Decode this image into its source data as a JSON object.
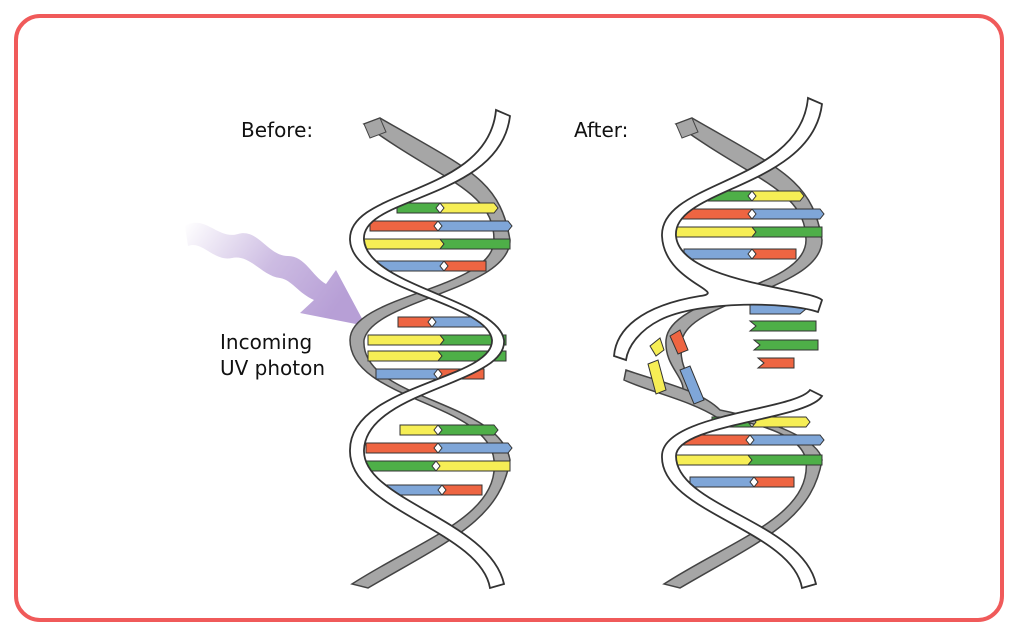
{
  "labels": {
    "before": "Before:",
    "after": "After:",
    "photon_line1": "Incoming",
    "photon_line2": "UV photon"
  },
  "colors": {
    "frame": "#f05a5a",
    "backbone_back": "#a6a6a6",
    "backbone_front": "#ffffff",
    "outline": "#222222",
    "photon": "#b79fd6",
    "base_green": "#4eaf48",
    "base_yellow": "#f6ee55",
    "base_red": "#ee6542",
    "base_blue": "#7fa6d8"
  },
  "icons": {
    "photon": "wavy-arrow-icon"
  }
}
